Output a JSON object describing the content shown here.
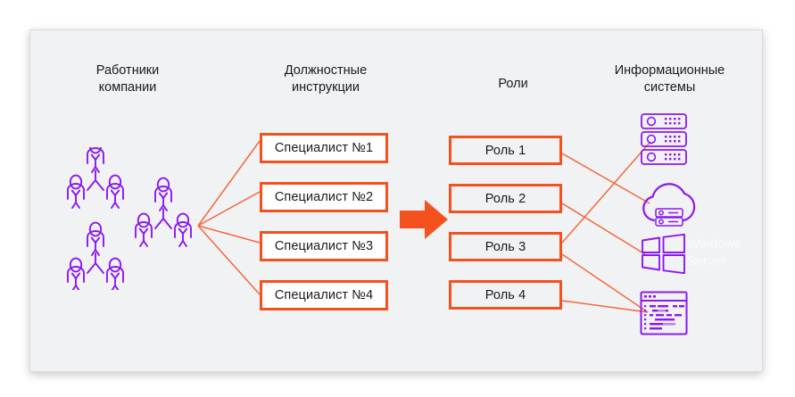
{
  "diagram": {
    "title_columns": [
      {
        "id": "employees",
        "label_line1": "Работники",
        "label_line2": "компании"
      },
      {
        "id": "job-instructions",
        "label_line1": "Должностные",
        "label_line2": "инструкции"
      },
      {
        "id": "roles",
        "label_line1": "Роли",
        "label_line2": ""
      },
      {
        "id": "information-systems",
        "label_line1": "Информационные",
        "label_line2": "системы"
      }
    ],
    "job_instructions": [
      {
        "id": "specialist-1",
        "label": "Специалист №1"
      },
      {
        "id": "specialist-2",
        "label": "Специалист №2"
      },
      {
        "id": "specialist-3",
        "label": "Специалист №3"
      },
      {
        "id": "specialist-4",
        "label": "Специалист №4"
      }
    ],
    "roles": [
      {
        "id": "role-1",
        "label": "Роль 1"
      },
      {
        "id": "role-2",
        "label": "Роль 2"
      },
      {
        "id": "role-3",
        "label": "Роль 3"
      },
      {
        "id": "role-4",
        "label": "Роль 4"
      }
    ],
    "systems": [
      {
        "id": "server-rack",
        "icon": "server-stack-icon",
        "label": ""
      },
      {
        "id": "cloud",
        "icon": "cloud-server-icon",
        "label": ""
      },
      {
        "id": "windows-server",
        "icon": "windows-logo-icon",
        "label_line1": "Windows",
        "label_line2": "Server"
      },
      {
        "id": "code-terminal",
        "icon": "code-window-icon",
        "label": ""
      }
    ],
    "employee_groups": [
      {
        "id": "employee-group-1",
        "people": 3
      },
      {
        "id": "employee-group-2",
        "people": 3
      },
      {
        "id": "employee-group-3",
        "people": 3
      }
    ],
    "flow_arrow": {
      "id": "flow-arrow",
      "direction": "right"
    },
    "colors": {
      "accent_orange": "#f4511e",
      "line_orange": "#f4683c",
      "icon_purple": "#8b19f0",
      "icon_purple_light": "#b980fa",
      "card_background": "#f1f2f4",
      "page_background": "#ffffff",
      "text": "#1b1b1b",
      "windows_label": "#fafafa"
    }
  }
}
